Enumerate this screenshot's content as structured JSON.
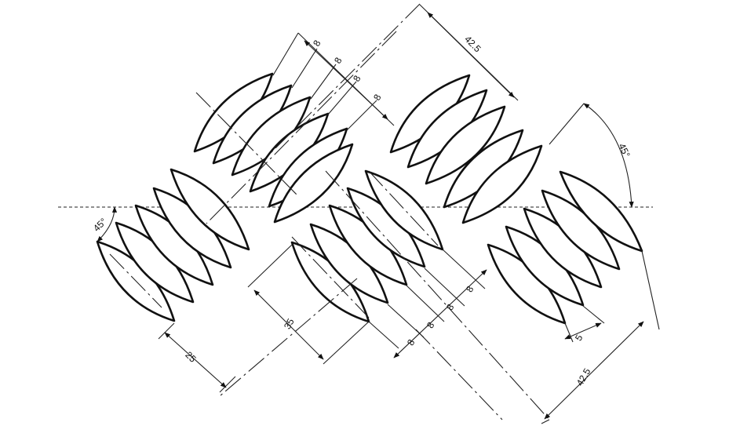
{
  "drawing": {
    "angle_labels": [
      "45°",
      "45°"
    ],
    "pitch_labels_upper": [
      "8",
      "8",
      "8",
      "8"
    ],
    "pitch_labels_lower": [
      "8",
      "8",
      "8",
      "8"
    ],
    "width_label_upper_right": "42.5",
    "width_label_lower_right": "42.5",
    "label_left_spacing": "25",
    "label_middle_length": "35",
    "label_right_gap": "5"
  }
}
